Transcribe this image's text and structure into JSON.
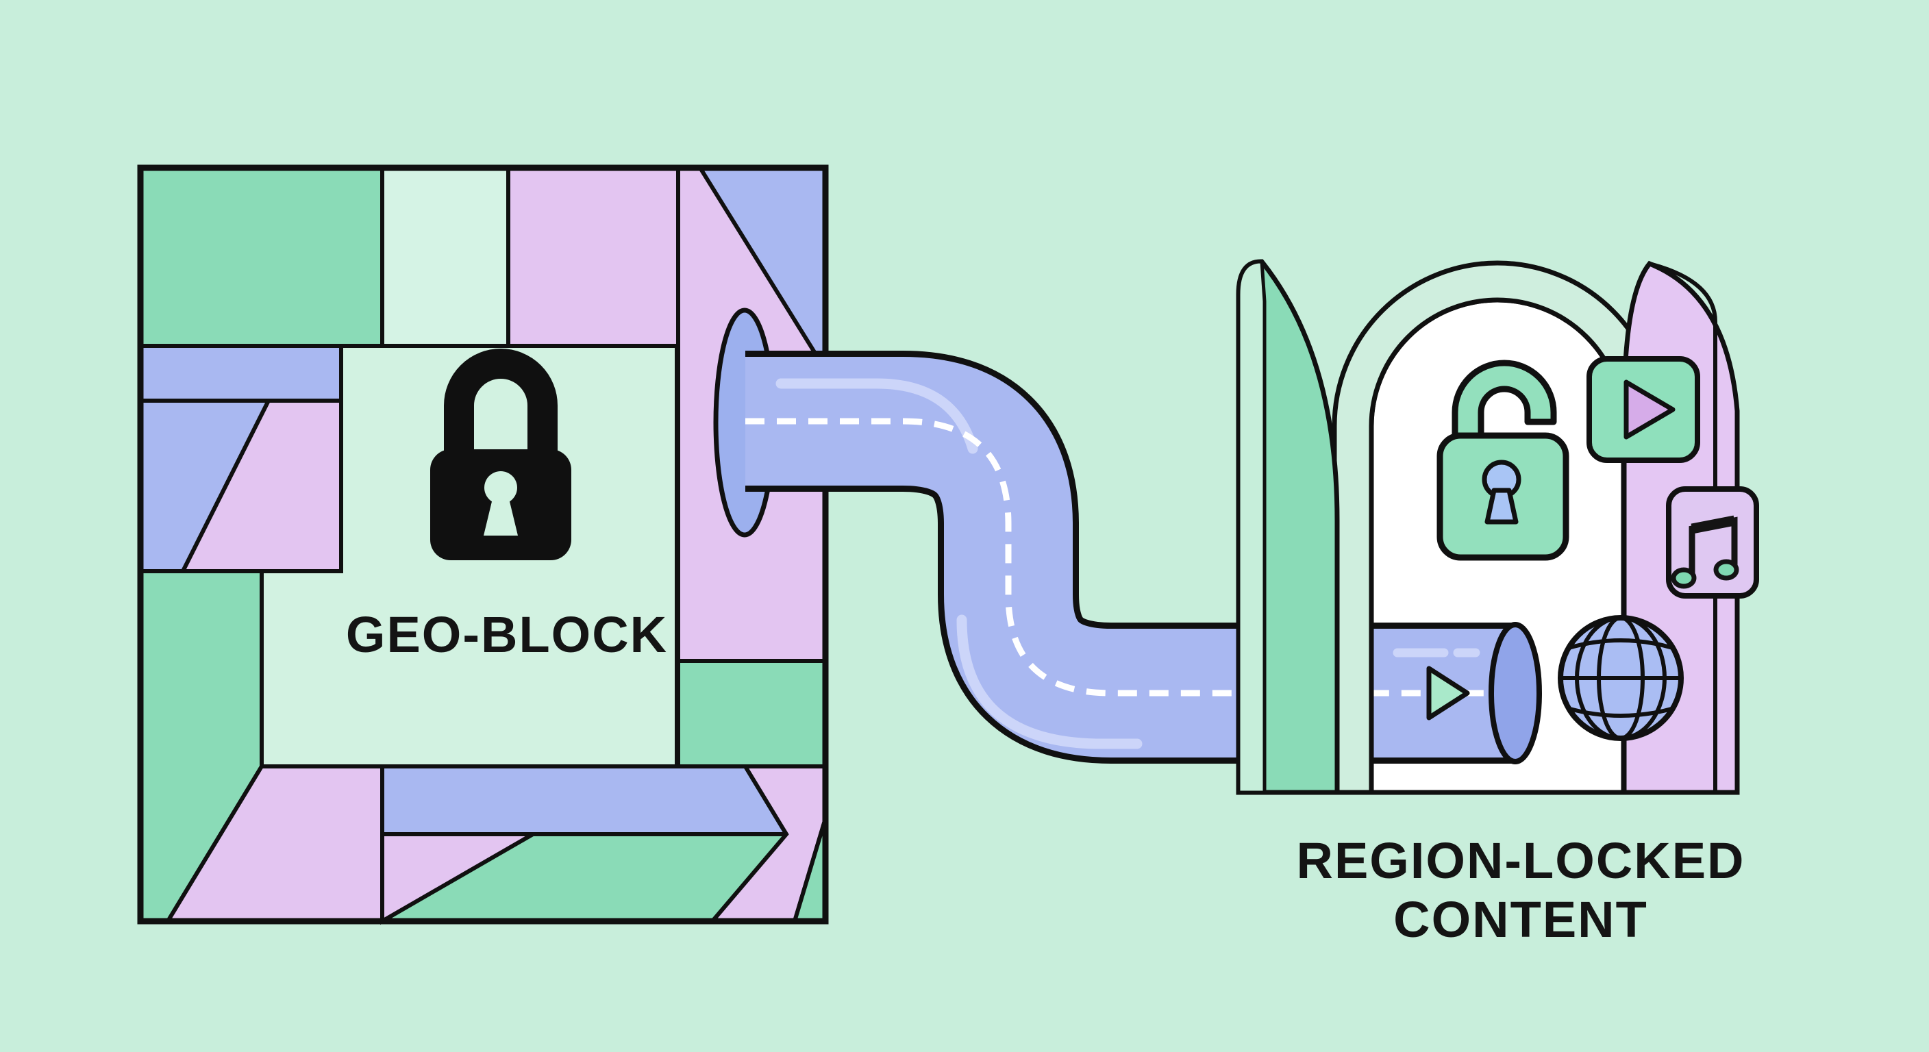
{
  "scene": {
    "description": "Flat illustration of geo-blocked content reached through a VPN-style tunnel into an open doorway of region-locked content",
    "background_color": "#c8eedb",
    "geo_block_panel": {
      "label": "GEO-BLOCK",
      "icon": "padlock-locked-icon",
      "icon_color": "#101010",
      "tile_colors": {
        "green": "#8adbb7",
        "mint": "#d5f3e5",
        "purple": "#e3c5f1",
        "blue": "#a9b8f1"
      }
    },
    "tunnel": {
      "icon": "play-arrow-icon",
      "tube_color": "#a9b8f1",
      "tube_end_color": "#90a4e9",
      "highlight_color": "#ccd5f9",
      "dash_color": "#ffffff",
      "outline_color": "#101010"
    },
    "doorway_panel": {
      "label_line1": "REGION-LOCKED",
      "label_line2": "CONTENT",
      "icons": [
        "padlock-unlocked-icon",
        "play-icon",
        "music-note-icon",
        "globe-icon"
      ],
      "door_left_color": "#8adbb7",
      "door_right_color": "#e4c7f3",
      "arch_color": "#cfeede",
      "interior_color": "#ffffff",
      "unlocked_padlock_color": "#93e0bd",
      "keyhole_color": "#a9c5f5",
      "play_tile_color": "#8fe0bc",
      "play_triangle_color": "#d6ace9",
      "music_tile_color": "#dfc8f2",
      "note_head_color": "#7fd8b1",
      "globe_color": "#aabdf3"
    },
    "text_color": "#141414"
  }
}
